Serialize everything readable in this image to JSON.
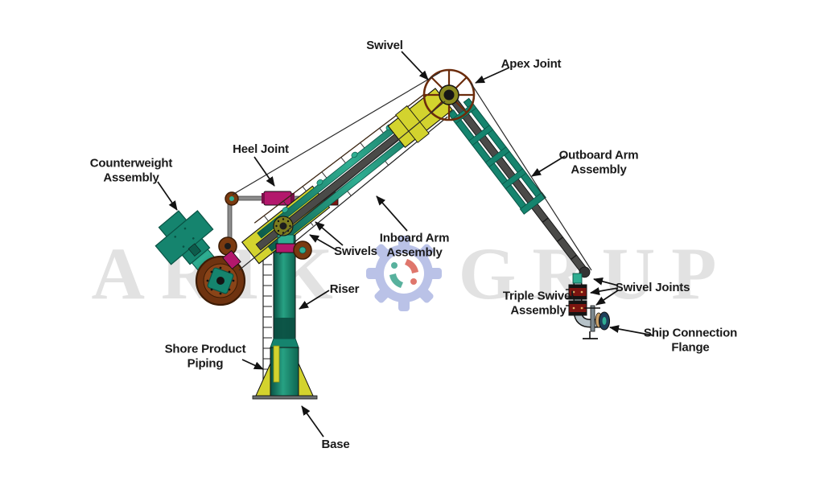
{
  "palette": {
    "teal": "#15846e",
    "tealLight": "#2fae92",
    "tealDark": "#0a5345",
    "yellow": "#d3d32e",
    "brown": "#7a3a10",
    "brownDark": "#3d1c05",
    "magenta": "#b3186c",
    "darkRed": "#7c1410",
    "pipeGray": "#4a4a48",
    "steelGray": "#b6c2c8",
    "flangeNavy": "#1e3f5a",
    "outline": "#121212",
    "ink": "#1a1a1a",
    "wm": "#e2e2e2",
    "gearBlue": "#a9b3e2",
    "gearRed": "#d85448",
    "gearTeal": "#2f9e85"
  },
  "watermark": {
    "left": "ARIK",
    "right": "GRUP"
  },
  "labels": {
    "swivel": {
      "text": "Swivel"
    },
    "apex_joint": {
      "text": "Apex Joint"
    },
    "heel_joint": {
      "text": "Heel Joint"
    },
    "counterweight": {
      "text": "Counterweight\nAssembly"
    },
    "outboard_arm": {
      "text": "Outboard Arm\nAssembly"
    },
    "inboard_arm": {
      "text": "Inboard Arm\nAssembly"
    },
    "swivels": {
      "text": "Swivels"
    },
    "riser": {
      "text": "Riser"
    },
    "shore_piping": {
      "text": "Shore Product\nPiping"
    },
    "base": {
      "text": "Base"
    },
    "triple_swivel": {
      "text": "Triple Swivel\nAssembly"
    },
    "swivel_joints": {
      "text": "Swivel Joints"
    },
    "ship_flange": {
      "text": "Ship Connection\nFlange"
    }
  }
}
